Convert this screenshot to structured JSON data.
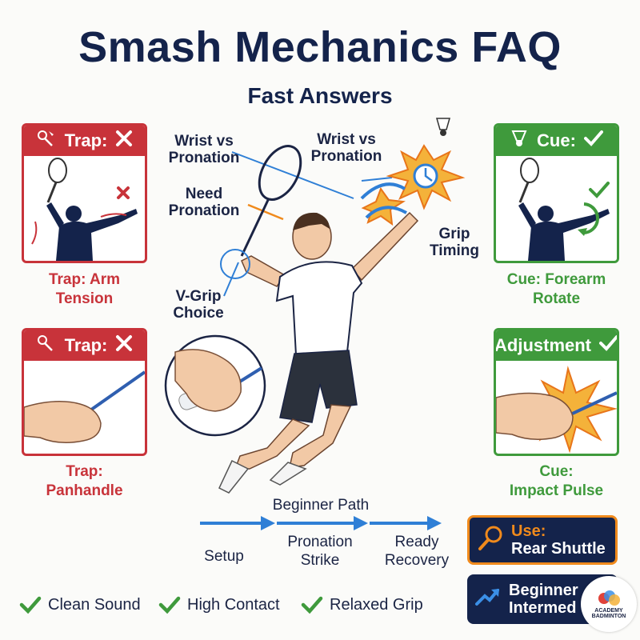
{
  "title": "Smash Mechanics FAQ",
  "subtitle": "Fast Answers",
  "left_cards": [
    {
      "head": "Trap:",
      "caption_1": "Trap: Arm",
      "caption_2": "Tension"
    },
    {
      "head": "Trap:",
      "caption_1": "Trap:",
      "caption_2": "Panhandle"
    }
  ],
  "right_cards": [
    {
      "head": "Cue:",
      "caption_1": "Cue: Forearm",
      "caption_2": "Rotate"
    },
    {
      "head": "Adjustment",
      "caption_1": "Cue:",
      "caption_2": "Impact Pulse"
    }
  ],
  "labels": {
    "wrist1_a": "Wrist vs",
    "wrist1_b": "Pronation",
    "wrist2_a": "Wrist vs",
    "wrist2_b": "Pronation",
    "need_a": "Need",
    "need_b": "Pronation",
    "grip_a": "Grip",
    "grip_b": "Timing",
    "vgrip_a": "V-Grip",
    "vgrip_b": "Choice"
  },
  "path": {
    "title": "Beginner Path",
    "steps": [
      {
        "a": "Setup",
        "b": ""
      },
      {
        "a": "Pronation",
        "b": "Strike"
      },
      {
        "a": "Ready",
        "b": "Recovery"
      }
    ]
  },
  "checks": [
    "Clean Sound",
    "High Contact",
    "Relaxed Grip"
  ],
  "use_box": {
    "line1": "Use:",
    "line2": "Rear Shuttle"
  },
  "level_box": {
    "line1": "Beginner",
    "line2": "Intermed"
  },
  "logo": {
    "line1": "ACADEMY",
    "line2": "BADMINTON"
  },
  "colors": {
    "trap": "#c8333a",
    "cue": "#3f9a3c",
    "navy": "#14234b",
    "accent_blue": "#2f7fd6",
    "accent_orange": "#f08a1c"
  }
}
